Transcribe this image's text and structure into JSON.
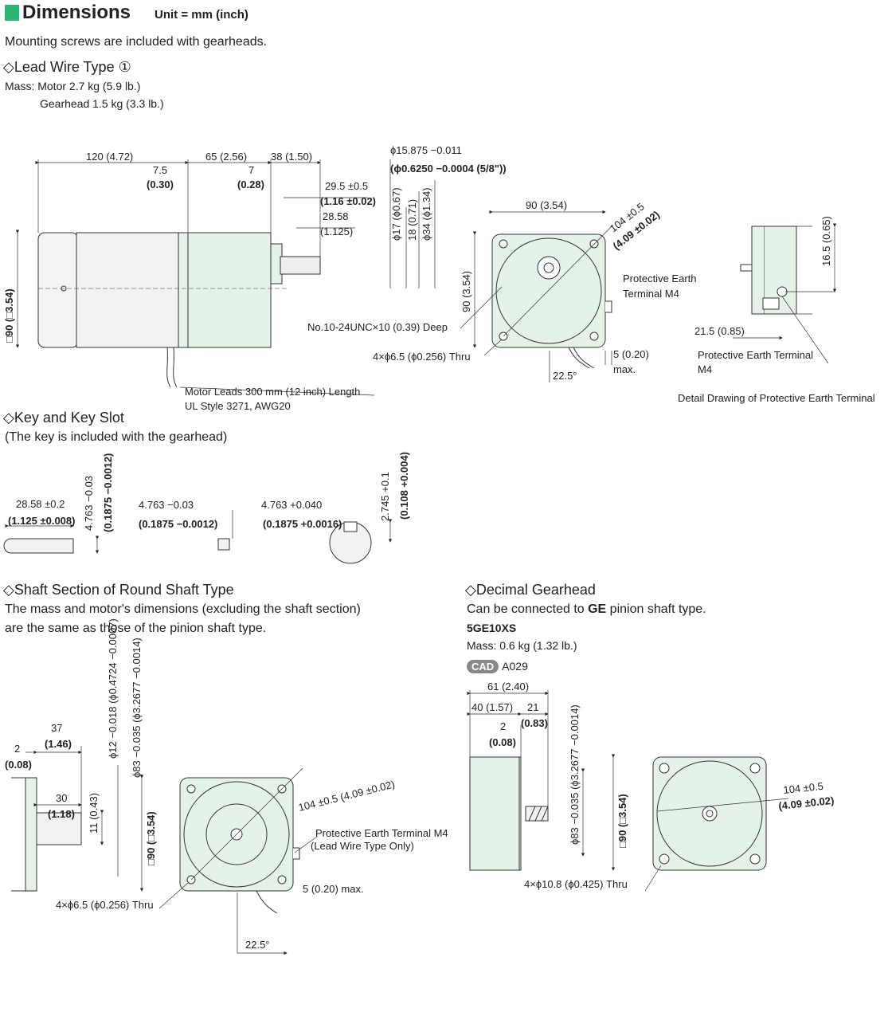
{
  "header": {
    "title": "Dimensions",
    "unit": "Unit = mm (inch)"
  },
  "intro": "Mounting screws are included with gearheads.",
  "lead_wire": {
    "heading": "◇Lead Wire Type ①",
    "mass_motor": "Mass: Motor 2.7 kg (5.9 lb.)",
    "mass_gear": "Gearhead 1.5 kg (3.3 lb.)",
    "dims": {
      "d120": "120 (4.72)",
      "d7_5": "7.5",
      "d7_5i": "(0.30)",
      "d65": "65 (2.56)",
      "d7": "7",
      "d7i": "(0.28)",
      "d38": "38 (1.50)",
      "d29_5": "29.5 ±0.5",
      "d29_5i": "(1.16 ±0.02)",
      "d28_58": "28.58",
      "d28_58i": "(1.125)",
      "phi15": "ϕ15.875 −0.011",
      "phi15i": "(ϕ0.6250 −0.0004 (5/8\"))",
      "phi17": "ϕ17 (ϕ0.67)",
      "d18": "18 (0.71)",
      "phi34": "ϕ34 (ϕ1.34)",
      "sq90": "□90 (□3.54)",
      "d90top": "90 (3.54)",
      "d90side": "90 (3.54)",
      "d104": "104 ±0.5",
      "d104i": "(4.09 ±0.02)",
      "pet": "Protective Earth",
      "pet2": "Terminal M4",
      "unc": "No.10-24UNC×10 (0.39) Deep",
      "thru": "4×ϕ6.5 (ϕ0.256) Thru",
      "d5": "5 (0.20)",
      "max": "max.",
      "ang": "22.5°",
      "leads1": "Motor Leads 300 mm (12 inch) Length",
      "leads2": "UL Style 3271, AWG20",
      "d16_5": "16.5 (0.65)",
      "d21_5": "21.5 (0.85)",
      "pet_det": "Protective Earth Terminal",
      "pet_det2": "M4",
      "detail": "Detail Drawing of Protective Earth Terminal"
    }
  },
  "key": {
    "heading": "◇Key and Key Slot",
    "note": "(The key is included with the gearhead)",
    "k1": "28.58 ±0.2",
    "k1i": "(1.125 ±0.008)",
    "k2": "4.763 −0.03",
    "k2i": "(0.1875 −0.0012)",
    "k3": "4.763 −0.03",
    "k3i": "(0.1875 −0.0012)",
    "k4": "4.763 +0.040",
    "k4i": "(0.1875 +0.0016)",
    "k5": "2.745 +0.1",
    "k5i": "(0.108 +0.004)"
  },
  "round": {
    "heading": "◇Shaft Section of Round Shaft Type",
    "note1": "The mass and motor's dimensions (excluding the shaft section)",
    "note2": "are the same as those of the pinion shaft type.",
    "d37": "37",
    "d37i": "(1.46)",
    "d2": "2",
    "d2i": "(0.08)",
    "d30": "30",
    "d30i": "(1.18)",
    "d11": "11 (0.43)",
    "phi12": "ϕ12 −0.018 (ϕ0.4724 −0.0007)",
    "phi83": "ϕ83 −0.035 (ϕ3.2677 −0.0014)",
    "sq90": "□90 (□3.54)",
    "d104": "104 ±0.5 (4.09 ±0.02)",
    "pet": "Protective Earth Terminal M4",
    "pet2": "(Lead Wire Type Only)",
    "d5": "5 (0.20) max.",
    "thru": "4×ϕ6.5 (ϕ0.256) Thru",
    "ang": "22.5°"
  },
  "decimal": {
    "heading": "◇Decimal Gearhead",
    "note_pre": "Can be connected to ",
    "note_bold": "GE",
    "note_post": " pinion shaft type.",
    "model": "5GE10XS",
    "mass": "Mass: 0.6 kg (1.32 lb.)",
    "cad": "CAD",
    "cad_id": "A029",
    "d61": "61 (2.40)",
    "d40": "40 (1.57)",
    "d21": "21",
    "d21i": "(0.83)",
    "d2": "2",
    "d2i": "(0.08)",
    "phi83": "ϕ83 −0.035 (ϕ3.2677 −0.0014)",
    "sq90": "□90 (□3.54)",
    "d104": "104 ±0.5",
    "d104i": "(4.09 ±0.02)",
    "thru": "4×ϕ10.8 (ϕ0.425) Thru"
  },
  "colors": {
    "accent": "#2bb673",
    "body_fill": "#e4f2e8",
    "motor_fill": "#f2f2f2"
  }
}
